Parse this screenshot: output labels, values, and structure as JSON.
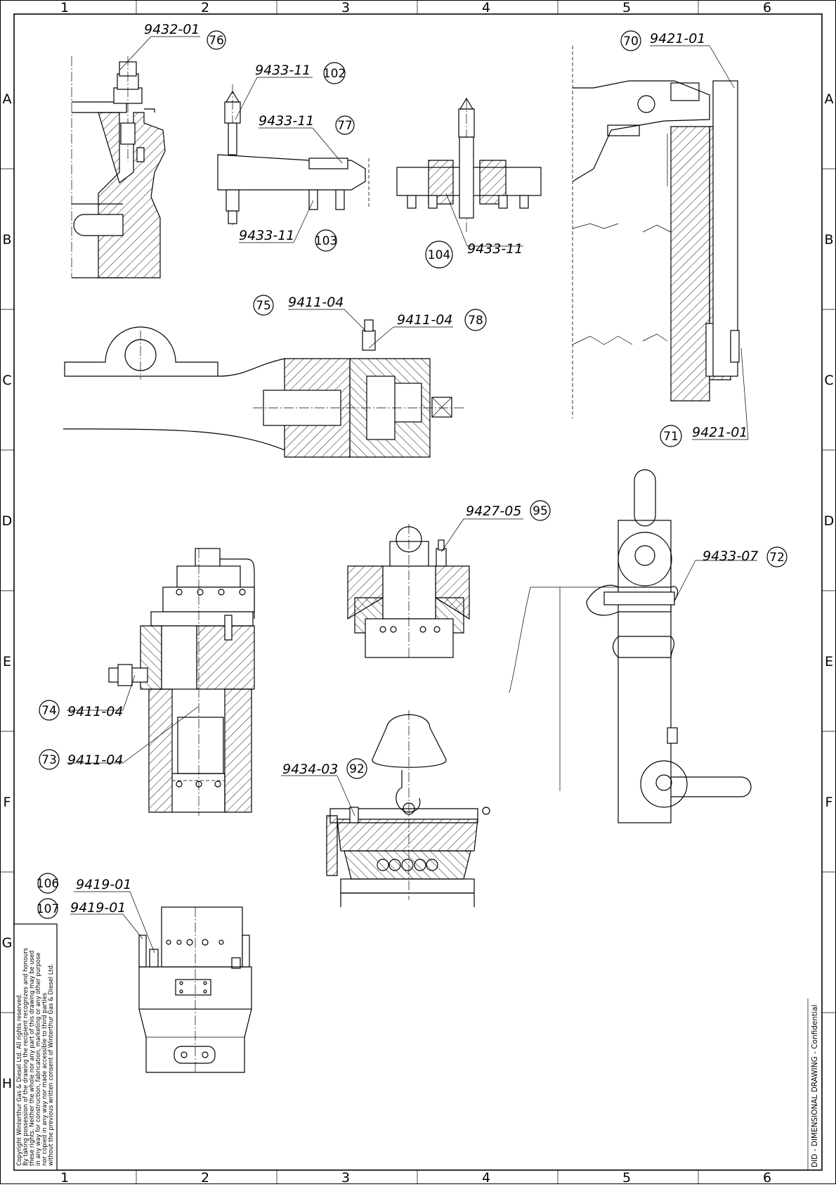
{
  "grid": {
    "columns": [
      "1",
      "2",
      "3",
      "4",
      "5",
      "6"
    ],
    "rows": [
      "A",
      "B",
      "C",
      "D",
      "E",
      "F",
      "G",
      "H"
    ]
  },
  "callouts": [
    {
      "part": "9432-01",
      "item": "76"
    },
    {
      "part": "9433-11",
      "item": "102"
    },
    {
      "part": "9433-11",
      "item": "77"
    },
    {
      "part": "9433-11",
      "item": "103"
    },
    {
      "part": "9433-11",
      "item": "104"
    },
    {
      "part": "9421-01",
      "item": "70"
    },
    {
      "part": "9411-04",
      "item": "75"
    },
    {
      "part": "9411-04",
      "item": "78"
    },
    {
      "part": "9421-01",
      "item": "71"
    },
    {
      "part": "9427-05",
      "item": "95"
    },
    {
      "part": "9433-07",
      "item": "72"
    },
    {
      "part": "9411-04",
      "item": "74"
    },
    {
      "part": "9411-04",
      "item": "73"
    },
    {
      "part": "9434-03",
      "item": "92"
    },
    {
      "part": "9419-01",
      "item": "106"
    },
    {
      "part": "9419-01",
      "item": "107"
    }
  ],
  "copyright_lines": [
    "Copyright Winterthur Gas & Diesel Ltd. All rights reserved.",
    "By taking possession of the drawing the recipient recognizes and honours",
    "these rights. Neither the whole nor any part of this drawing may be used",
    "in any way for construction, fabrication, marketing or any other purpose",
    "nor copied in any way nor made accessible to third parties",
    "without the previous written consent of Winterthur Gas & Diesel Ltd."
  ],
  "side_title": "DID - DIMENSIONAL DRAWING - Confidential"
}
